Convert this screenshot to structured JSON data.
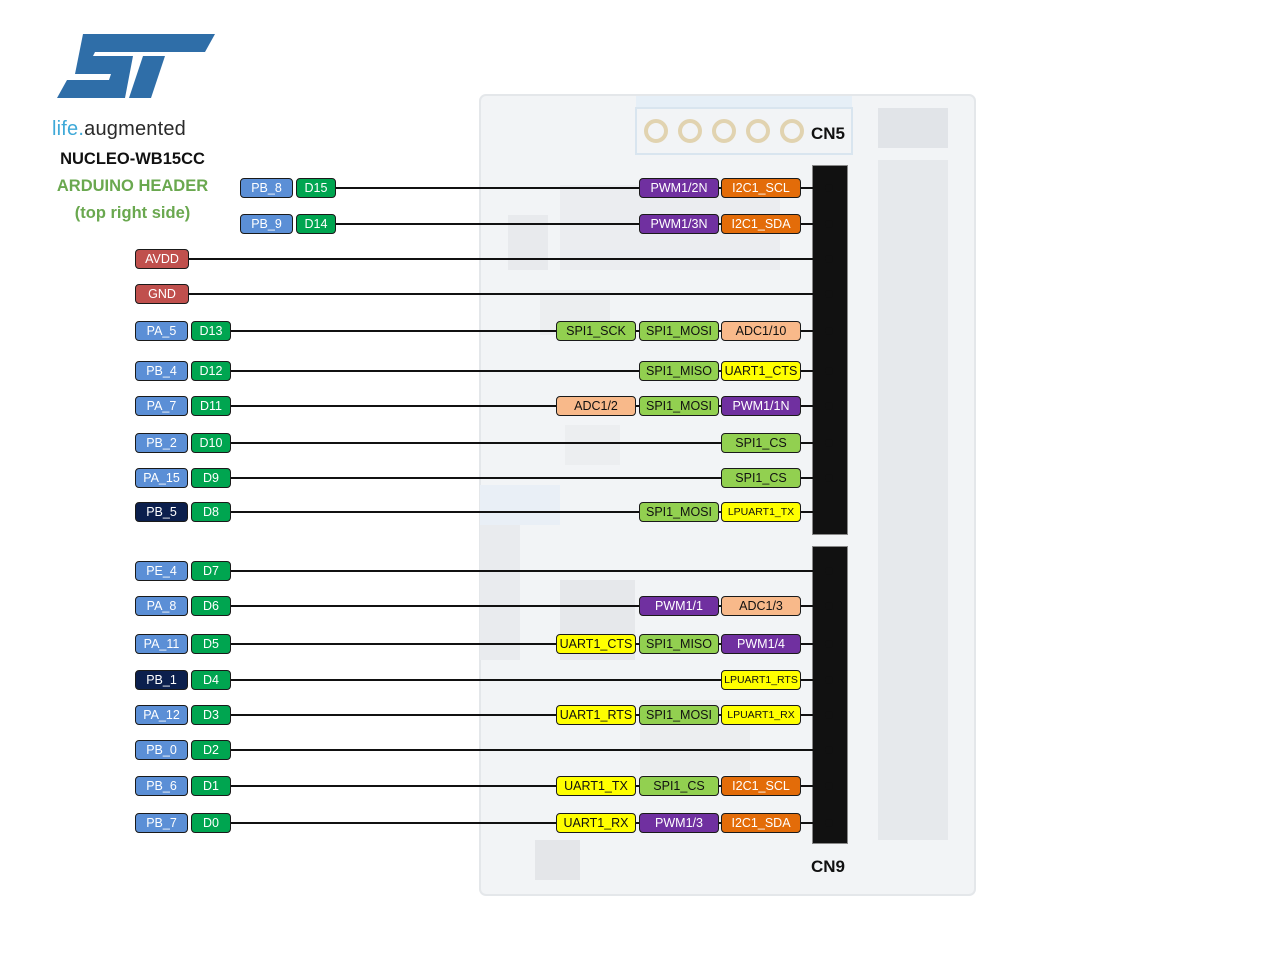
{
  "brand": {
    "logo_letters": "ST",
    "tagline_part1": "life.",
    "tagline_part2": "augmented",
    "logo_color": "#2f6ea8",
    "tagline_color1": "#3fa9d8",
    "tagline_color2": "#2a2a2a"
  },
  "header": {
    "board": "NUCLEO-WB15CC",
    "subtitle": "ARDUINO HEADER",
    "side": "(top right side)",
    "subtitle_color": "#6aa84f"
  },
  "connectors": {
    "top": "CN5",
    "bottom": "CN9"
  },
  "colors": {
    "blue": "#5b8fd6",
    "navy": "#0b1f4d",
    "green": "#00a550",
    "red": "#c0504d",
    "lime": "#92d050",
    "yellow": "#ffff00",
    "purple": "#7030a0",
    "orange": "#e36c09",
    "peach": "#f8b98a"
  },
  "rows": [
    {
      "pin": "PB_8",
      "arduino": "D15",
      "funcs": [
        {
          "text": "PWM1/2N",
          "color": "purple"
        },
        {
          "text": "I2C1_SCL",
          "color": "orange"
        }
      ]
    },
    {
      "pin": "PB_9",
      "arduino": "D14",
      "funcs": [
        {
          "text": "PWM1/3N",
          "color": "purple"
        },
        {
          "text": "I2C1_SDA",
          "color": "orange"
        }
      ]
    },
    {
      "pin": "AVDD",
      "pin_color": "red",
      "funcs": []
    },
    {
      "pin": "GND",
      "pin_color": "red",
      "funcs": []
    },
    {
      "pin": "PA_5",
      "arduino": "D13",
      "funcs": [
        {
          "text": "SPI1_SCK",
          "color": "lime"
        },
        {
          "text": "SPI1_MOSI",
          "color": "lime"
        },
        {
          "text": "ADC1/10",
          "color": "peach"
        }
      ]
    },
    {
      "pin": "PB_4",
      "arduino": "D12",
      "funcs": [
        {
          "text": "SPI1_MISO",
          "color": "lime"
        },
        {
          "text": "UART1_CTS",
          "color": "yellow"
        }
      ]
    },
    {
      "pin": "PA_7",
      "arduino": "D11",
      "funcs": [
        {
          "text": "ADC1/2",
          "color": "peach"
        },
        {
          "text": "SPI1_MOSI",
          "color": "lime"
        },
        {
          "text": "PWM1/1N",
          "color": "purple"
        }
      ]
    },
    {
      "pin": "PB_2",
      "arduino": "D10",
      "funcs": [
        {
          "text": "SPI1_CS",
          "color": "lime"
        }
      ]
    },
    {
      "pin": "PA_15",
      "arduino": "D9",
      "funcs": [
        {
          "text": "SPI1_CS",
          "color": "lime"
        }
      ]
    },
    {
      "pin": "PB_5",
      "arduino": "D8",
      "pin_color": "navy",
      "funcs": [
        {
          "text": "SPI1_MOSI",
          "color": "lime"
        },
        {
          "text": "LPUART1_TX",
          "color": "yellow"
        }
      ]
    },
    {
      "pin": "PE_4",
      "arduino": "D7",
      "funcs": []
    },
    {
      "pin": "PA_8",
      "arduino": "D6",
      "funcs": [
        {
          "text": "PWM1/1",
          "color": "purple"
        },
        {
          "text": "ADC1/3",
          "color": "peach"
        }
      ]
    },
    {
      "pin": "PA_11",
      "arduino": "D5",
      "funcs": [
        {
          "text": "UART1_CTS",
          "color": "yellow"
        },
        {
          "text": "SPI1_MISO",
          "color": "lime"
        },
        {
          "text": "PWM1/4",
          "color": "purple"
        }
      ]
    },
    {
      "pin": "PB_1",
      "arduino": "D4",
      "pin_color": "navy",
      "funcs": [
        {
          "text": "LPUART1_RTS",
          "color": "yellow"
        }
      ]
    },
    {
      "pin": "PA_12",
      "arduino": "D3",
      "funcs": [
        {
          "text": "UART1_RTS",
          "color": "yellow"
        },
        {
          "text": "SPI1_MOSI",
          "color": "lime"
        },
        {
          "text": "LPUART1_RX",
          "color": "yellow"
        }
      ]
    },
    {
      "pin": "PB_0",
      "arduino": "D2",
      "funcs": []
    },
    {
      "pin": "PB_6",
      "arduino": "D1",
      "funcs": [
        {
          "text": "UART1_TX",
          "color": "yellow"
        },
        {
          "text": "SPI1_CS",
          "color": "lime"
        },
        {
          "text": "I2C1_SCL",
          "color": "orange"
        }
      ]
    },
    {
      "pin": "PB_7",
      "arduino": "D0",
      "funcs": [
        {
          "text": "UART1_RX",
          "color": "yellow"
        },
        {
          "text": "PWM1/3",
          "color": "purple"
        },
        {
          "text": "I2C1_SDA",
          "color": "orange"
        }
      ]
    }
  ]
}
